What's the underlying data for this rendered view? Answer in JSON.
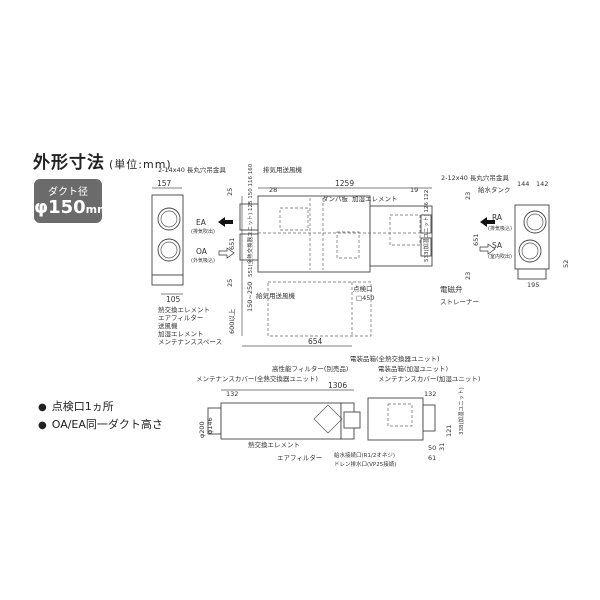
{
  "title": "外形寸法",
  "unit": "(単位:mm)",
  "badge": {
    "label": "ダクト径",
    "value": "φ150",
    "unit": "mm"
  },
  "bullets": [
    "点検口1ヵ所",
    "OA/EA同一ダクト高さ"
  ],
  "top_view": {
    "exhaust_fan": "排気用送風機",
    "hanger_left": "2-14x40  長丸穴吊金具",
    "hanger_right": "2-12x40  長丸穴吊金具",
    "damper": "ダンパ板",
    "humid_element": "加湿エレメント",
    "supply_fan": "給気用送風機",
    "inspection": "点検口",
    "inspection_size": "□450",
    "solenoid": "電磁弁",
    "strainer": "ストレーナー",
    "water_tank": "給水タンク",
    "maintenance_space": [
      "熱交換エレメント",
      "エアフィルター",
      "送風機",
      "加湿エレメント",
      "メンテナンススペース"
    ],
    "dims": {
      "w1259": "1259",
      "d28": "28",
      "d19": "19",
      "d157": "157",
      "d105": "105",
      "d144": "144",
      "d142": "142",
      "d195": "195",
      "d52": "52",
      "d651": "651",
      "d651r": "651",
      "d25a": "25",
      "d25b": "25",
      "d23a": "23",
      "d23b": "23",
      "d654": "654",
      "d600": "600以上",
      "d150_250": "150~250",
      "left_stack": "551(全熱交換器ユニット) 125 150 116 160",
      "right_stack": "533(加湿ユニット) 126 122"
    }
  },
  "ports": {
    "ea": "EA",
    "ea_sub": "(排気吹出)",
    "oa": "OA",
    "oa_sub": "(外気吸込)",
    "ra": "RA",
    "ra_sub": "(排気吸込)",
    "sa": "SA",
    "sa_sub": "(室内吹出)"
  },
  "side_view": {
    "elec_box_main": "電装品箱(全熱交換器ユニット)",
    "hepa": "高性能フィルター(別売品)",
    "maint_cover_main": "メンテナンスカバー(全熱交換器ユニット)",
    "elec_box_humid": "電装品箱(加湿ユニット)",
    "maint_cover_humid": "メンテナンスカバー(加湿ユニット)",
    "heat_element": "熱交換エレメント",
    "air_filter": "エアフィルター",
    "water_inlet": "給水接続口(R1/2オネジ)",
    "drain": "ドレン排水口(VP25接続)",
    "dims": {
      "d1306": "1306",
      "d132a": "132",
      "d132b": "132",
      "d200": "φ200",
      "d146": "φ146",
      "d338": "338(加湿ユニット)",
      "d121": "121",
      "d50": "50",
      "d31": "31",
      "d61": "61"
    }
  }
}
